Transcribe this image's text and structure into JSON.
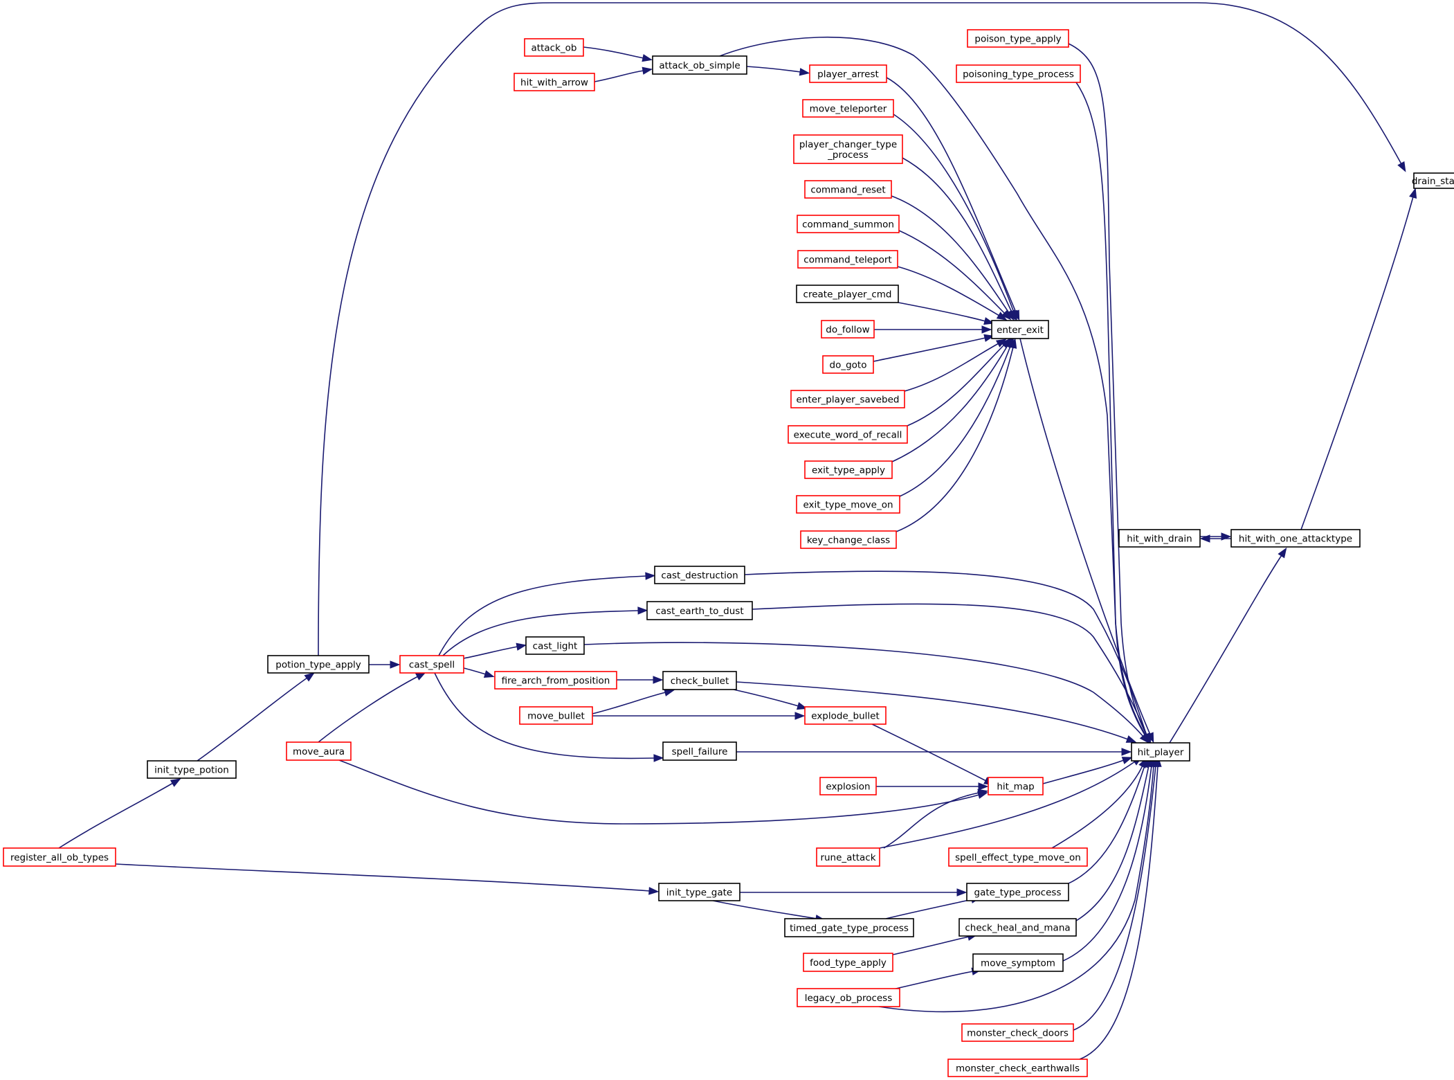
{
  "diagram": {
    "colors": {
      "edge": "#191970",
      "border_normal": "#000000",
      "border_link": "#ff0000",
      "root_fill": "#bfbfbf"
    },
    "nodes": {
      "drain_stat": {
        "lines": [
          "drain_stat"
        ],
        "style": "root"
      },
      "hit_with_one_attacktype": {
        "lines": [
          "hit_with_one_attacktype"
        ],
        "style": "normal"
      },
      "hit_with_drain": {
        "lines": [
          "hit_with_drain"
        ],
        "style": "normal"
      },
      "hit_player": {
        "lines": [
          "hit_player"
        ],
        "style": "normal"
      },
      "enter_exit": {
        "lines": [
          "enter_exit"
        ],
        "style": "normal"
      },
      "poison_type_apply": {
        "lines": [
          "poison_type_apply"
        ],
        "style": "link"
      },
      "poisoning_type_process": {
        "lines": [
          "poisoning_type_process"
        ],
        "style": "link"
      },
      "attack_ob": {
        "lines": [
          "attack_ob"
        ],
        "style": "link"
      },
      "hit_with_arrow": {
        "lines": [
          "hit_with_arrow"
        ],
        "style": "link"
      },
      "attack_ob_simple": {
        "lines": [
          "attack_ob_simple"
        ],
        "style": "normal"
      },
      "player_arrest": {
        "lines": [
          "player_arrest"
        ],
        "style": "link"
      },
      "move_teleporter": {
        "lines": [
          "move_teleporter"
        ],
        "style": "link"
      },
      "player_changer_type_process": {
        "lines": [
          "player_changer_type",
          "_process"
        ],
        "style": "link"
      },
      "command_reset": {
        "lines": [
          "command_reset"
        ],
        "style": "link"
      },
      "command_summon": {
        "lines": [
          "command_summon"
        ],
        "style": "link"
      },
      "command_teleport": {
        "lines": [
          "command_teleport"
        ],
        "style": "link"
      },
      "create_player_cmd": {
        "lines": [
          "create_player_cmd"
        ],
        "style": "normal"
      },
      "do_follow": {
        "lines": [
          "do_follow"
        ],
        "style": "link"
      },
      "do_goto": {
        "lines": [
          "do_goto"
        ],
        "style": "link"
      },
      "enter_player_savebed": {
        "lines": [
          "enter_player_savebed"
        ],
        "style": "link"
      },
      "execute_word_of_recall": {
        "lines": [
          "execute_word_of_recall"
        ],
        "style": "link"
      },
      "exit_type_apply": {
        "lines": [
          "exit_type_apply"
        ],
        "style": "link"
      },
      "exit_type_move_on": {
        "lines": [
          "exit_type_move_on"
        ],
        "style": "link"
      },
      "key_change_class": {
        "lines": [
          "key_change_class"
        ],
        "style": "link"
      },
      "cast_destruction": {
        "lines": [
          "cast_destruction"
        ],
        "style": "normal"
      },
      "cast_earth_to_dust": {
        "lines": [
          "cast_earth_to_dust"
        ],
        "style": "normal"
      },
      "cast_light": {
        "lines": [
          "cast_light"
        ],
        "style": "normal"
      },
      "potion_type_apply": {
        "lines": [
          "potion_type_apply"
        ],
        "style": "normal"
      },
      "cast_spell": {
        "lines": [
          "cast_spell"
        ],
        "style": "link"
      },
      "fire_arch_from_position": {
        "lines": [
          "fire_arch_from_position"
        ],
        "style": "link"
      },
      "check_bullet": {
        "lines": [
          "check_bullet"
        ],
        "style": "normal"
      },
      "move_bullet": {
        "lines": [
          "move_bullet"
        ],
        "style": "link"
      },
      "explode_bullet": {
        "lines": [
          "explode_bullet"
        ],
        "style": "link"
      },
      "move_aura": {
        "lines": [
          "move_aura"
        ],
        "style": "link"
      },
      "spell_failure": {
        "lines": [
          "spell_failure"
        ],
        "style": "normal"
      },
      "init_type_potion": {
        "lines": [
          "init_type_potion"
        ],
        "style": "normal"
      },
      "explosion": {
        "lines": [
          "explosion"
        ],
        "style": "link"
      },
      "hit_map": {
        "lines": [
          "hit_map"
        ],
        "style": "link"
      },
      "rune_attack": {
        "lines": [
          "rune_attack"
        ],
        "style": "link"
      },
      "spell_effect_type_move_on": {
        "lines": [
          "spell_effect_type_move_on"
        ],
        "style": "link"
      },
      "register_all_ob_types": {
        "lines": [
          "register_all_ob_types"
        ],
        "style": "link"
      },
      "init_type_gate": {
        "lines": [
          "init_type_gate"
        ],
        "style": "normal"
      },
      "gate_type_process": {
        "lines": [
          "gate_type_process"
        ],
        "style": "normal"
      },
      "timed_gate_type_process": {
        "lines": [
          "timed_gate_type_process"
        ],
        "style": "normal"
      },
      "check_heal_and_mana": {
        "lines": [
          "check_heal_and_mana"
        ],
        "style": "normal"
      },
      "food_type_apply": {
        "lines": [
          "food_type_apply"
        ],
        "style": "link"
      },
      "move_symptom": {
        "lines": [
          "move_symptom"
        ],
        "style": "normal"
      },
      "legacy_ob_process": {
        "lines": [
          "legacy_ob_process"
        ],
        "style": "link"
      },
      "monster_check_doors": {
        "lines": [
          "monster_check_doors"
        ],
        "style": "link"
      },
      "monster_check_earthwalls": {
        "lines": [
          "monster_check_earthwalls"
        ],
        "style": "link"
      }
    },
    "edges": [
      {
        "from": "hit_with_one_attacktype",
        "to": "drain_stat"
      },
      {
        "from": "potion_type_apply",
        "to": "drain_stat"
      },
      {
        "from": "hit_with_drain",
        "to": "hit_with_one_attacktype"
      },
      {
        "from": "hit_with_one_attacktype",
        "to": "hit_with_drain"
      },
      {
        "from": "hit_player",
        "to": "hit_with_one_attacktype"
      },
      {
        "from": "enter_exit",
        "to": "hit_player"
      },
      {
        "from": "poison_type_apply",
        "to": "hit_player"
      },
      {
        "from": "poisoning_type_process",
        "to": "hit_player"
      },
      {
        "from": "attack_ob_simple",
        "to": "hit_player"
      },
      {
        "from": "cast_destruction",
        "to": "hit_player"
      },
      {
        "from": "cast_earth_to_dust",
        "to": "hit_player"
      },
      {
        "from": "cast_light",
        "to": "hit_player"
      },
      {
        "from": "check_bullet",
        "to": "hit_player"
      },
      {
        "from": "spell_failure",
        "to": "hit_player"
      },
      {
        "from": "hit_map",
        "to": "hit_player"
      },
      {
        "from": "rune_attack",
        "to": "hit_player"
      },
      {
        "from": "spell_effect_type_move_on",
        "to": "hit_player"
      },
      {
        "from": "gate_type_process",
        "to": "hit_player"
      },
      {
        "from": "check_heal_and_mana",
        "to": "hit_player"
      },
      {
        "from": "move_symptom",
        "to": "hit_player"
      },
      {
        "from": "legacy_ob_process",
        "to": "hit_player"
      },
      {
        "from": "monster_check_doors",
        "to": "hit_player"
      },
      {
        "from": "monster_check_earthwalls",
        "to": "hit_player"
      },
      {
        "from": "attack_ob",
        "to": "attack_ob_simple"
      },
      {
        "from": "hit_with_arrow",
        "to": "attack_ob_simple"
      },
      {
        "from": "attack_ob_simple",
        "to": "player_arrest"
      },
      {
        "from": "player_arrest",
        "to": "enter_exit"
      },
      {
        "from": "move_teleporter",
        "to": "enter_exit"
      },
      {
        "from": "player_changer_type_process",
        "to": "enter_exit"
      },
      {
        "from": "command_reset",
        "to": "enter_exit"
      },
      {
        "from": "command_summon",
        "to": "enter_exit"
      },
      {
        "from": "command_teleport",
        "to": "enter_exit"
      },
      {
        "from": "create_player_cmd",
        "to": "enter_exit"
      },
      {
        "from": "do_follow",
        "to": "enter_exit"
      },
      {
        "from": "do_goto",
        "to": "enter_exit"
      },
      {
        "from": "enter_player_savebed",
        "to": "enter_exit"
      },
      {
        "from": "execute_word_of_recall",
        "to": "enter_exit"
      },
      {
        "from": "exit_type_apply",
        "to": "enter_exit"
      },
      {
        "from": "exit_type_move_on",
        "to": "enter_exit"
      },
      {
        "from": "key_change_class",
        "to": "enter_exit"
      },
      {
        "from": "cast_spell",
        "to": "cast_destruction"
      },
      {
        "from": "cast_spell",
        "to": "cast_earth_to_dust"
      },
      {
        "from": "cast_spell",
        "to": "cast_light"
      },
      {
        "from": "cast_spell",
        "to": "fire_arch_from_position"
      },
      {
        "from": "cast_spell",
        "to": "spell_failure"
      },
      {
        "from": "potion_type_apply",
        "to": "cast_spell"
      },
      {
        "from": "move_aura",
        "to": "cast_spell"
      },
      {
        "from": "init_type_potion",
        "to": "potion_type_apply"
      },
      {
        "from": "register_all_ob_types",
        "to": "init_type_potion"
      },
      {
        "from": "fire_arch_from_position",
        "to": "check_bullet"
      },
      {
        "from": "move_bullet",
        "to": "check_bullet"
      },
      {
        "from": "check_bullet",
        "to": "explode_bullet"
      },
      {
        "from": "move_bullet",
        "to": "explode_bullet"
      },
      {
        "from": "explode_bullet",
        "to": "hit_map"
      },
      {
        "from": "explosion",
        "to": "hit_map"
      },
      {
        "from": "rune_attack",
        "to": "hit_map"
      },
      {
        "from": "move_aura",
        "to": "hit_map"
      },
      {
        "from": "register_all_ob_types",
        "to": "init_type_gate"
      },
      {
        "from": "init_type_gate",
        "to": "gate_type_process"
      },
      {
        "from": "init_type_gate",
        "to": "timed_gate_type_process"
      },
      {
        "from": "timed_gate_type_process",
        "to": "gate_type_process"
      },
      {
        "from": "food_type_apply",
        "to": "check_heal_and_mana"
      },
      {
        "from": "legacy_ob_process",
        "to": "move_symptom"
      }
    ]
  }
}
